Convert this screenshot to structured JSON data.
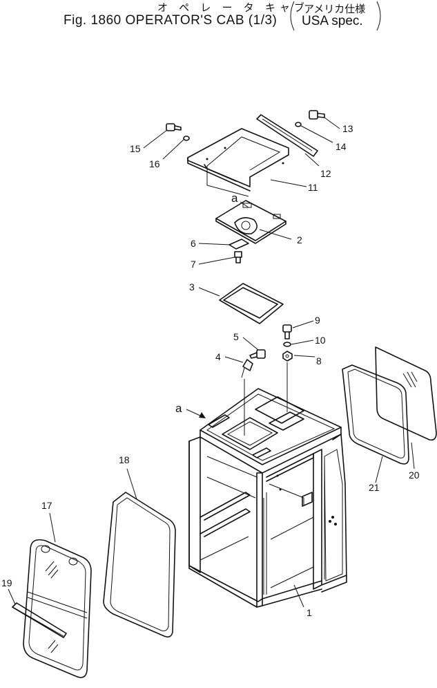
{
  "header": {
    "kana_title": "オ ペ レ ー タ キャブ",
    "title": "Fig. 1860 OPERATOR'S CAB (1/3)",
    "spec_jp": "アメリカ仕様",
    "spec_en": "USA spec."
  },
  "callouts": [
    "1",
    "2",
    "3",
    "4",
    "5",
    "6",
    "7",
    "8",
    "9",
    "10",
    "11",
    "12",
    "13",
    "14",
    "15",
    "16",
    "17",
    "18",
    "19",
    "20",
    "21"
  ],
  "view_marker": "a"
}
